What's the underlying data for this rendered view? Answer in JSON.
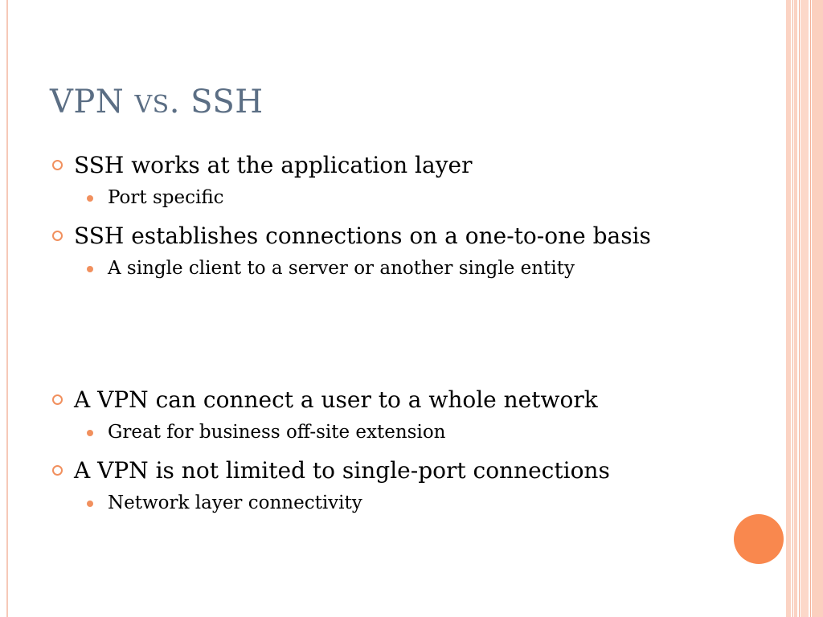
{
  "slide": {
    "title_main": "VPN ",
    "title_small": "VS",
    "title_rest": ". SSH",
    "bullets": [
      {
        "text": "SSH works at the application layer",
        "sub": "Port specific"
      },
      {
        "text": "SSH establishes connections on a one-to-one basis",
        "sub": "A single client to a server or another single entity"
      },
      {
        "text": "A VPN can connect a user to a whole network",
        "sub": "Great for business off-site extension"
      },
      {
        "text": "A VPN is not limited to single-port connections",
        "sub": "Network layer connectivity"
      }
    ]
  },
  "colors": {
    "title": "#5b6e84",
    "accent": "#f1905e",
    "stripe": "#fbd3c3",
    "circle": "#f9884e"
  },
  "icons": {
    "level1": "ring-bullet-icon",
    "level2": "dot-bullet-icon"
  }
}
